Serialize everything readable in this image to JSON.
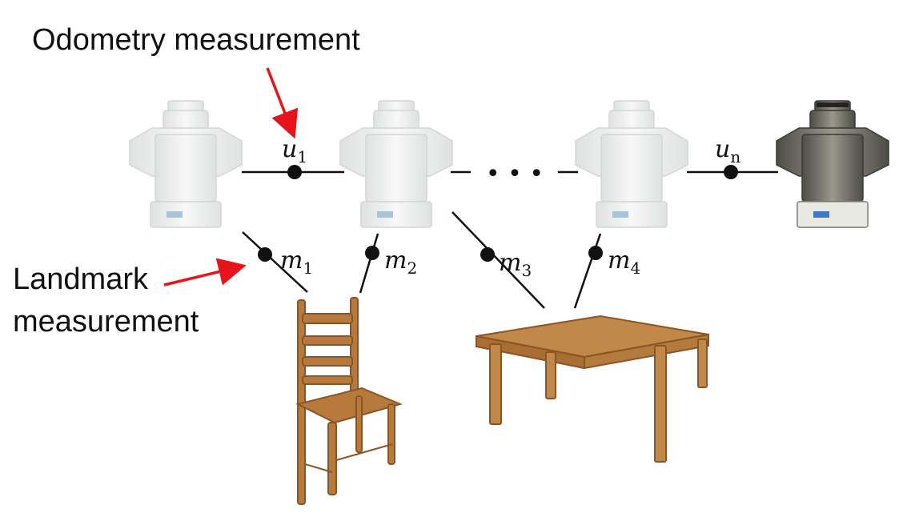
{
  "callouts": {
    "odometry": "Odometry measurement",
    "landmark_line1": "Landmark",
    "landmark_line2": "measurement"
  },
  "odometry_labels": [
    {
      "sym": "u",
      "sub": "1"
    },
    {
      "sym": "u",
      "sub": "n"
    }
  ],
  "landmark_labels": [
    {
      "sym": "m",
      "sub": "1"
    },
    {
      "sym": "m",
      "sub": "2"
    },
    {
      "sym": "m",
      "sub": "3"
    },
    {
      "sym": "m",
      "sub": "4"
    }
  ],
  "ellipsis": "• • •",
  "colors": {
    "arrow": "#e8141c",
    "edge": "#111111",
    "robot_faded": "#eceeed",
    "robot_active": "#6b6a62",
    "wood": "#b87a3c",
    "wood_dark": "#8a5524"
  }
}
